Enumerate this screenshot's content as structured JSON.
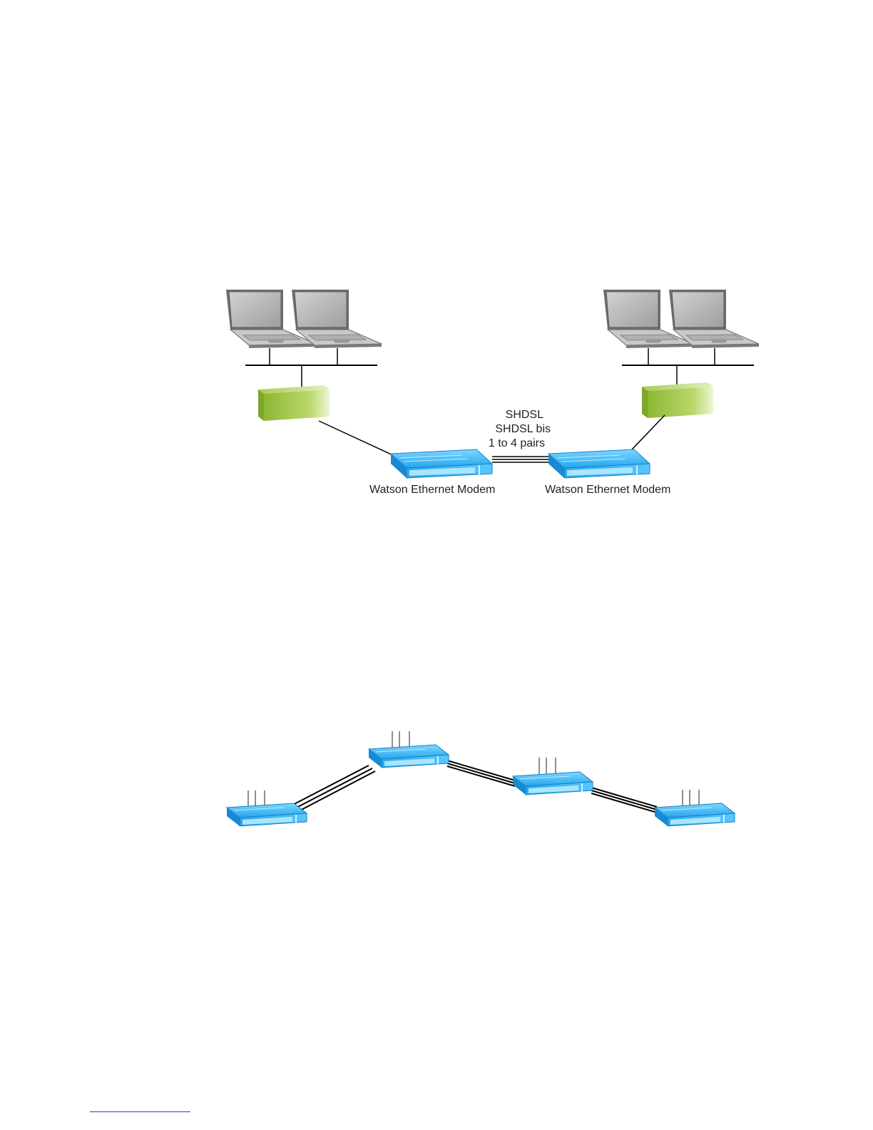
{
  "diagram_top": {
    "link_labels": [
      "SHDSL",
      "SHDSL bis",
      "1 to 4 pairs"
    ],
    "modem_left_label": "Watson Ethernet Modem",
    "modem_right_label": "Watson Ethernet Modem"
  },
  "colors": {
    "modem_blue": "#1fa8ee",
    "modem_light": "#9fe3ff",
    "router_green": "#9bc23c",
    "laptop_gray": "#8c8c8c",
    "footer_rule": "#1f3fbf"
  },
  "icons": {
    "laptop": "laptop-icon",
    "router": "router-icon",
    "modem": "modem-icon"
  }
}
